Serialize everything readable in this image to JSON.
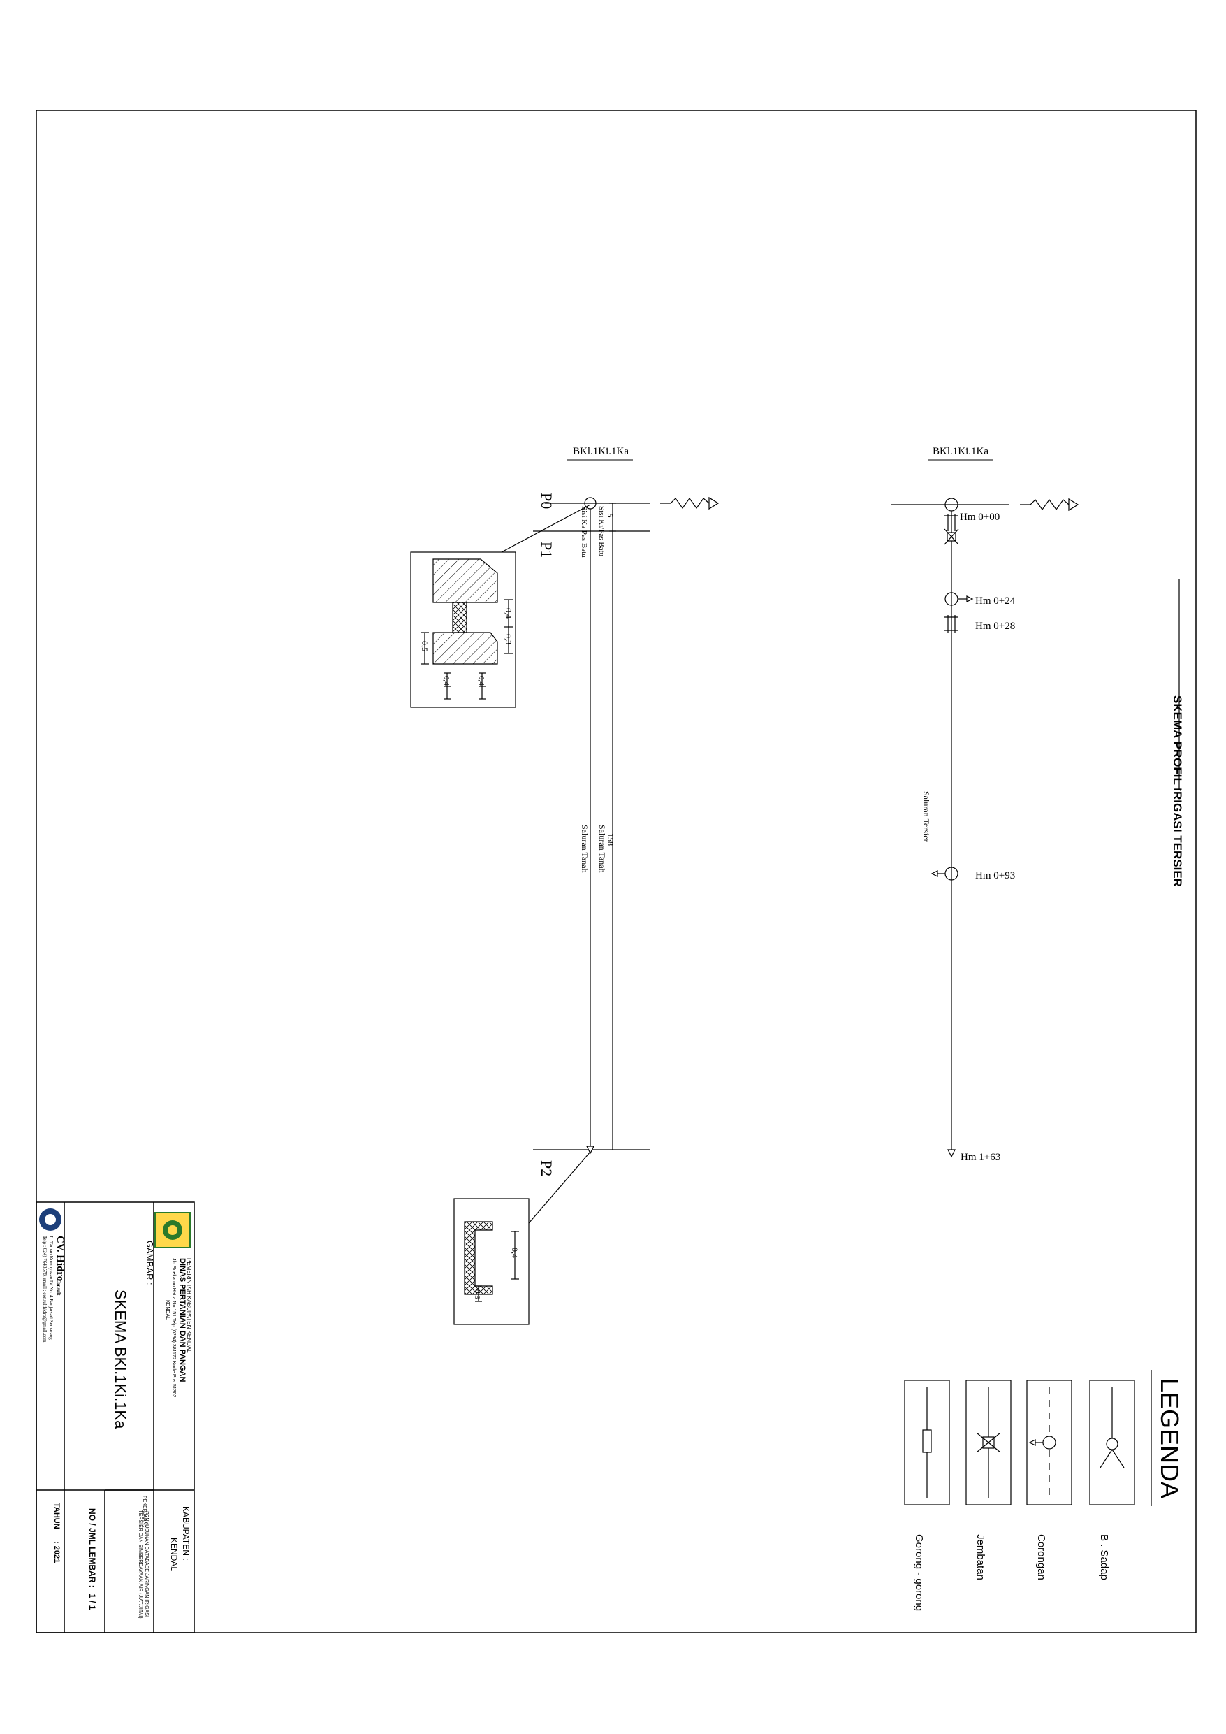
{
  "title": "SKEMA PROFIL IRIGASI TERSIER",
  "profile": {
    "header": "BKl.1Ki.1Ka",
    "points": [
      "P0",
      "P1",
      "P2"
    ],
    "seg1_length": "5",
    "seg1_right": "Sisi Ki/Pas Batu",
    "seg1_left": "Sisi Ka Pas Batu",
    "seg2_length": "158",
    "seg2_right": "Saluran Tanah",
    "seg2_left": "Saluran Tanah"
  },
  "section1": {
    "dims": [
      "0,4",
      "0,3",
      "0,5",
      "0,4",
      "0,4"
    ]
  },
  "section2": {
    "dims": [
      "0,4",
      "0,3"
    ]
  },
  "scheme": {
    "header": "BKl.1Ki.1Ka",
    "canal_label": "Saluran Tersier",
    "stations": [
      "Hm 0+00",
      "Hm 0+24",
      "Hm 0+28",
      "Hm 0+93",
      "Hm 1+63"
    ]
  },
  "legend": {
    "title": "LEGENDA",
    "items": [
      "B . Sadap",
      "Corongan",
      "Jembatan",
      "Gorong - gorong"
    ]
  },
  "title_block": {
    "agency_top": "PEMERINTAH KABUPATEN KENDAL",
    "agency_name": "DINAS PERTANIAN DAN PANGAN",
    "agency_address": "Jln.Soekarno Hatta No.151 Telp.(0294) 381172 Kode Pos 51302",
    "agency_city": "KENDAL",
    "kabupaten_label": "KABUPATEN :",
    "kabupaten_value": "KENDAL",
    "pekerjaan_label": "PEKERJAAN :",
    "pekerjaan_value": "PENYUSUNAN DATABASE JARINGAN IRIGASI TERSIER DAN SIMBERDAYAAN AIR (JIAT/JITAI)",
    "gambar_label": "GAMBAR :",
    "gambar_value": "SKEMA BKl.1Ki.1Ka",
    "lembar_label": "NO / JML LEMBAR :",
    "lembar_value": "1 / 1",
    "company_name": "CV. Hidro",
    "company_sub": "Consult",
    "company_addr1": "Jl. Taman Kumuyasan IV No. 4 Banjarsari Semarang",
    "company_addr2": "Telp : 024) 7643578, email : consulthidro@gmail.com",
    "tahun_label": "TAHUN",
    "tahun_value": ": 2021"
  }
}
